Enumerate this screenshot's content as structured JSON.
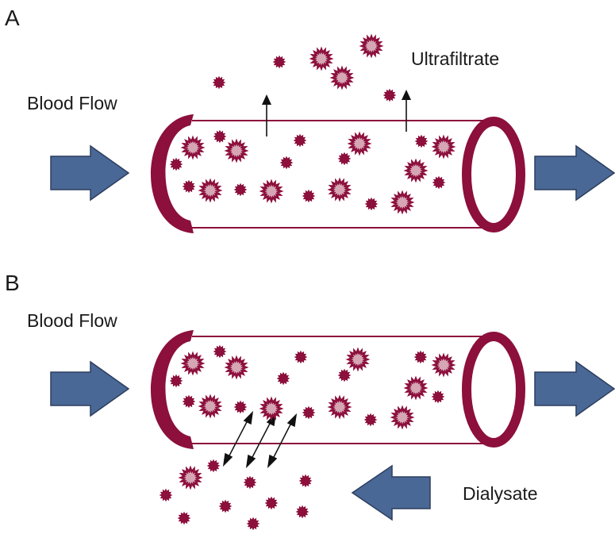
{
  "panels": [
    {
      "letter": "A",
      "inflow_label": "Blood Flow",
      "outflow_label": "Ultrafiltrate"
    },
    {
      "letter": "B",
      "inflow_label": "Blood Flow",
      "countercurrent_label": "Dialysate"
    }
  ],
  "colors": {
    "tube": "#8c0f3c",
    "flow_arrow": "#4a6896",
    "flow_arrow_stroke": "#2c3e5e",
    "particle_large_fill": "#d6a6b4",
    "particle_small_fill": "#8c0f3c",
    "transport_arrow": "#111111"
  }
}
